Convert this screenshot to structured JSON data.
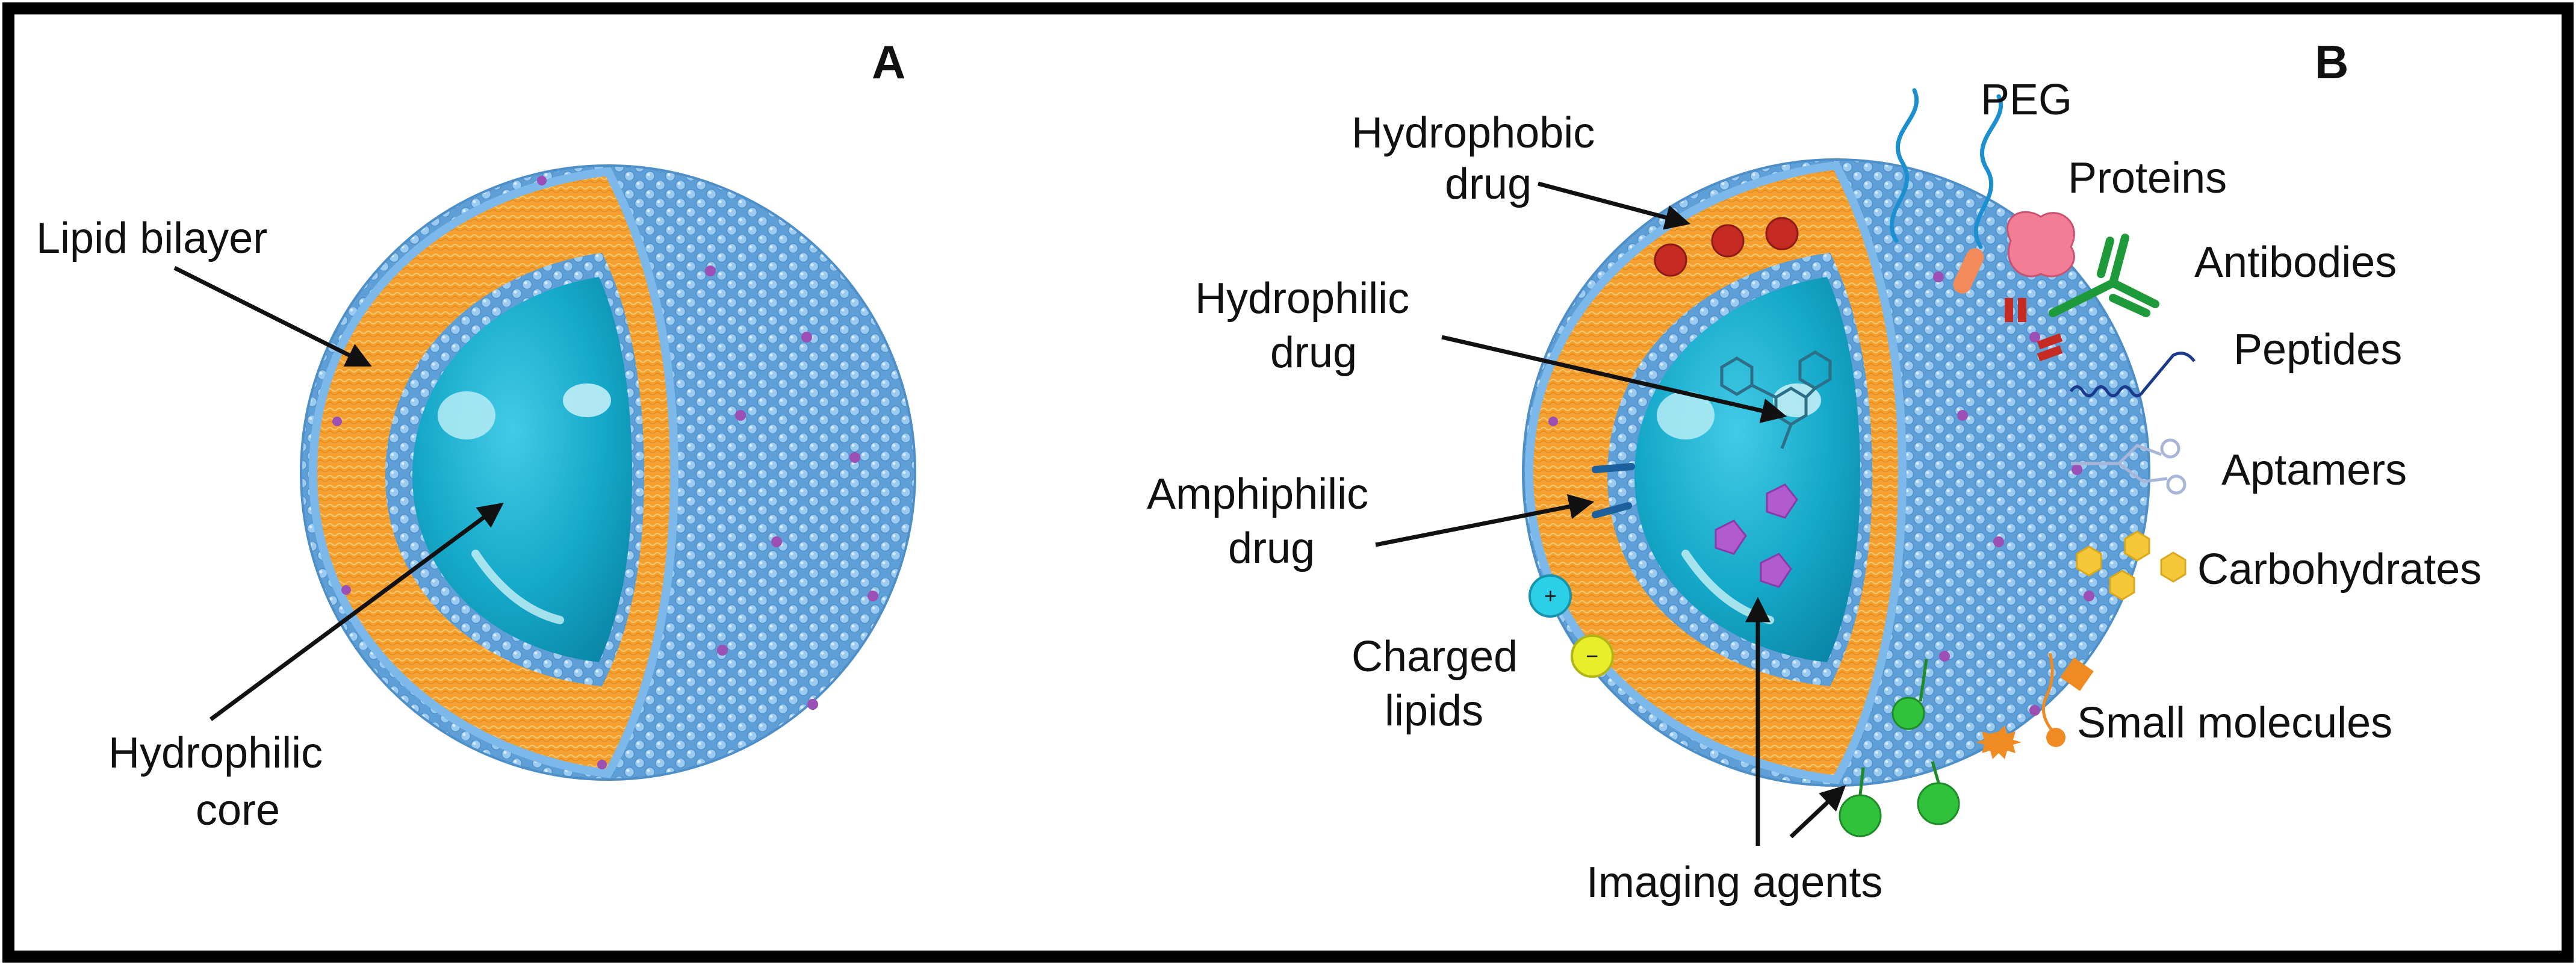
{
  "panels": {
    "a": {
      "letter": "A",
      "labels": {
        "lipid_bilayer": "Lipid bilayer",
        "hydrophilic_core_line1": "Hydrophilic",
        "hydrophilic_core_line2": "core"
      }
    },
    "b": {
      "letter": "B",
      "labels": {
        "hydrophobic_drug_line1": "Hydrophobic",
        "hydrophobic_drug_line2": "drug",
        "hydrophilic_drug_line1": "Hydrophilic",
        "hydrophilic_drug_line2": "drug",
        "amphiphilic_drug_line1": "Amphiphilic",
        "amphiphilic_drug_line2": "drug",
        "charged_lipids_line1": "Charged",
        "charged_lipids_line2": "lipids",
        "imaging_agents": "Imaging agents",
        "peg": "PEG",
        "proteins": "Proteins",
        "antibodies": "Antibodies",
        "peptides": "Peptides",
        "aptamers": "Aptamers",
        "carbohydrates": "Carbohydrates",
        "small_molecules": "Small molecules"
      }
    }
  },
  "colors": {
    "frame": "#000000",
    "lipid_head": "#7db8ea",
    "bilayer": "#f3a030",
    "core": "#1bb3d3",
    "hydrophobic_drug": "#c62b23",
    "hydrophilic_drug": "#2c6f86",
    "amphiphilic_drug": "#1b5f9c",
    "imaging_agent": "#2fc23a",
    "peg": "#1c8fd0",
    "protein": "#f27d95",
    "antibody": "#1e9a3a",
    "peptide": "#1c3a8c",
    "aptamer": "#a8b6d8",
    "carbohydrate": "#f5c83a",
    "small_molecule": "#f08a22",
    "charged_lipid_cation": "#2bd0e8",
    "charged_lipid_anion": "#e8ee2a"
  }
}
